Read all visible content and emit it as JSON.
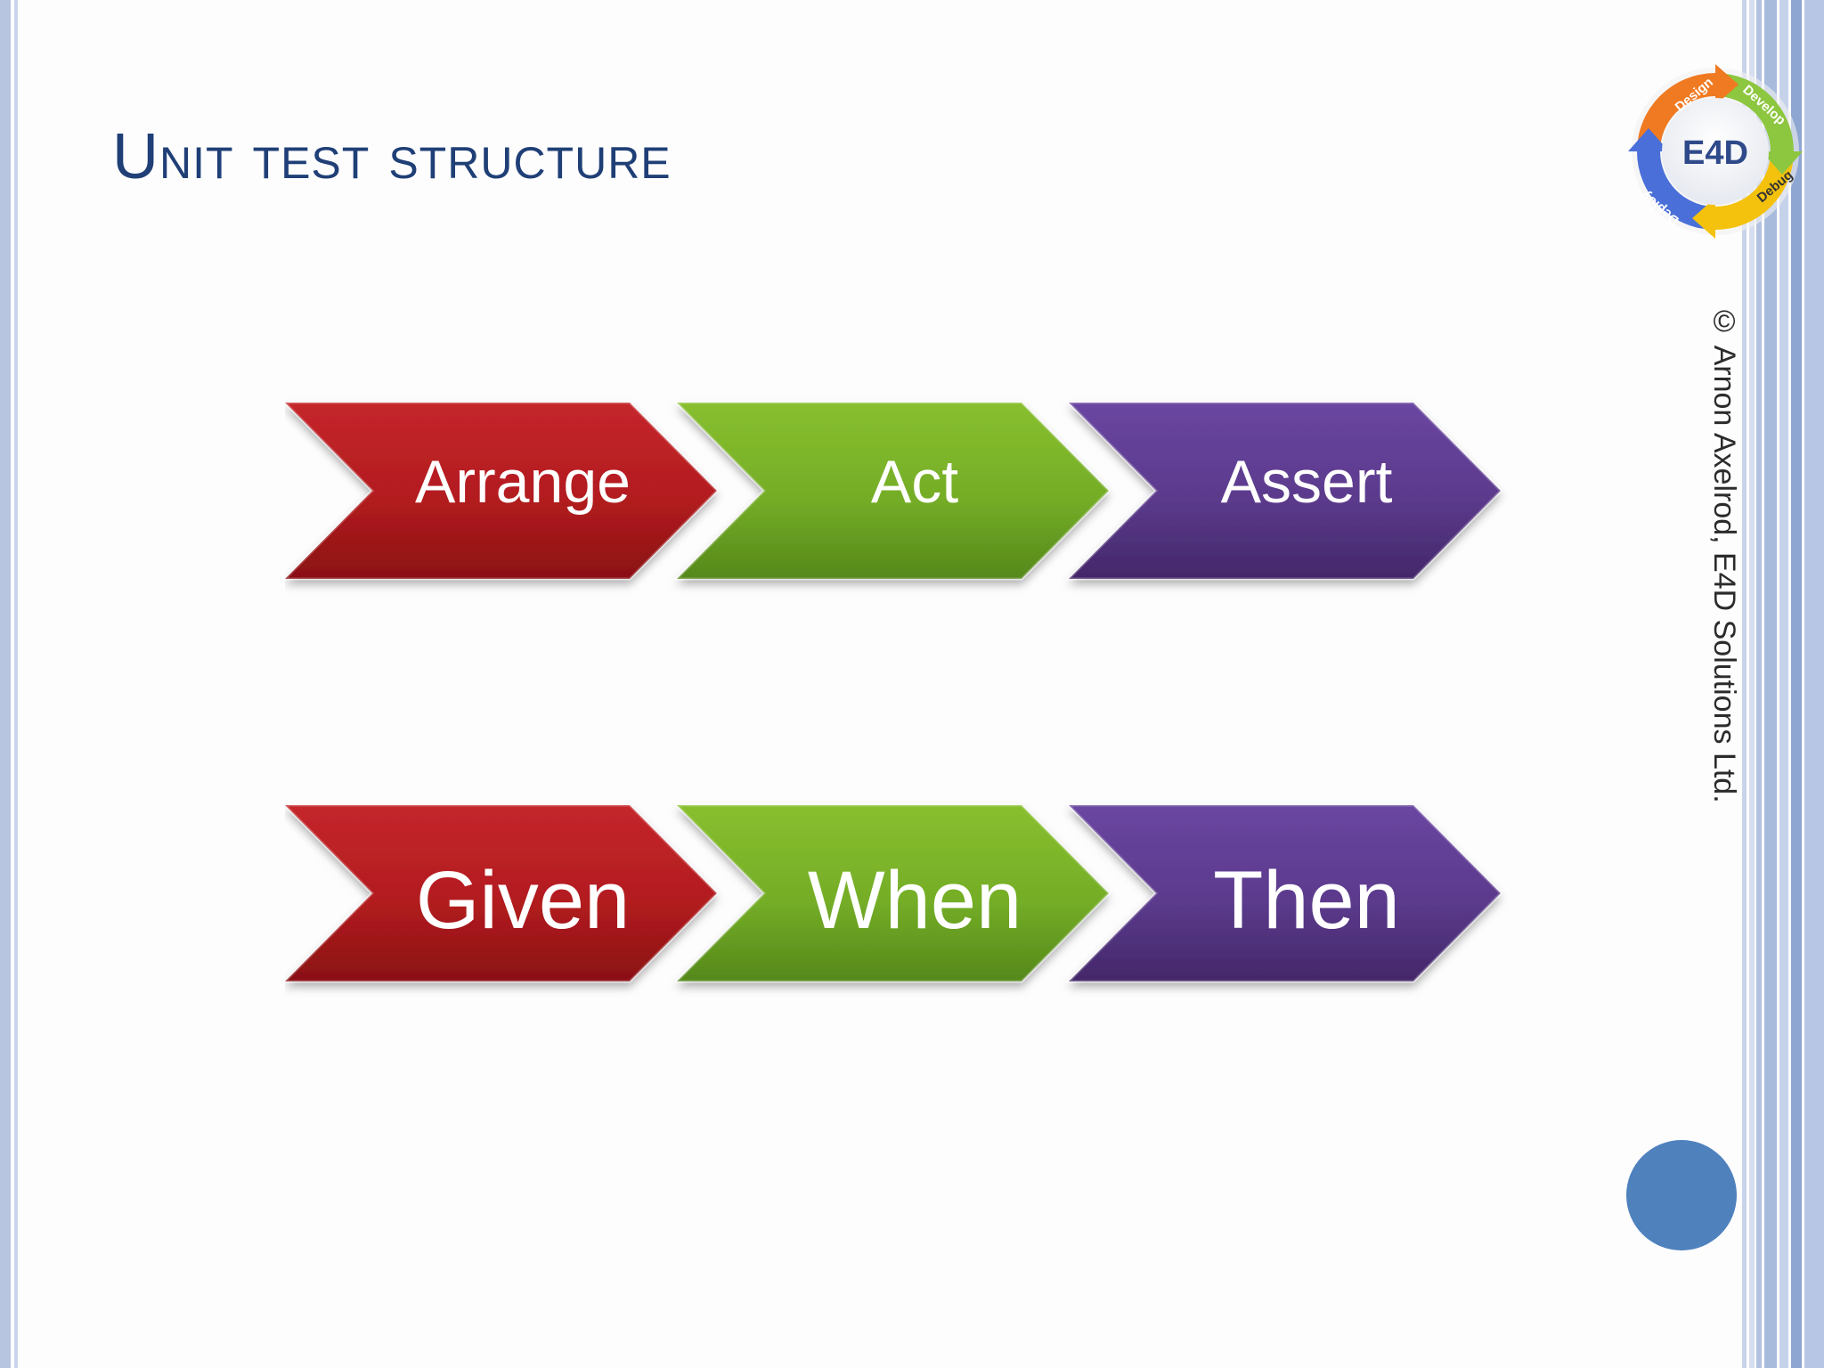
{
  "slide": {
    "title": "Unit test structure",
    "copyright": "© Arnon Axelrod, E4D Solutions Ltd."
  },
  "logo": {
    "center_text": "E4D",
    "segments": [
      "Design",
      "Develop",
      "Debug",
      "Deploy"
    ]
  },
  "rows": [
    {
      "steps": [
        "Arrange",
        "Act",
        "Assert"
      ]
    },
    {
      "steps": [
        "Given",
        "When",
        "Then"
      ]
    }
  ],
  "colors": {
    "title": "#1f3f76",
    "step1": "#b81e1e",
    "step2": "#74ad27",
    "step3": "#5b3a8c",
    "accent_circle": "#4f81bd"
  }
}
